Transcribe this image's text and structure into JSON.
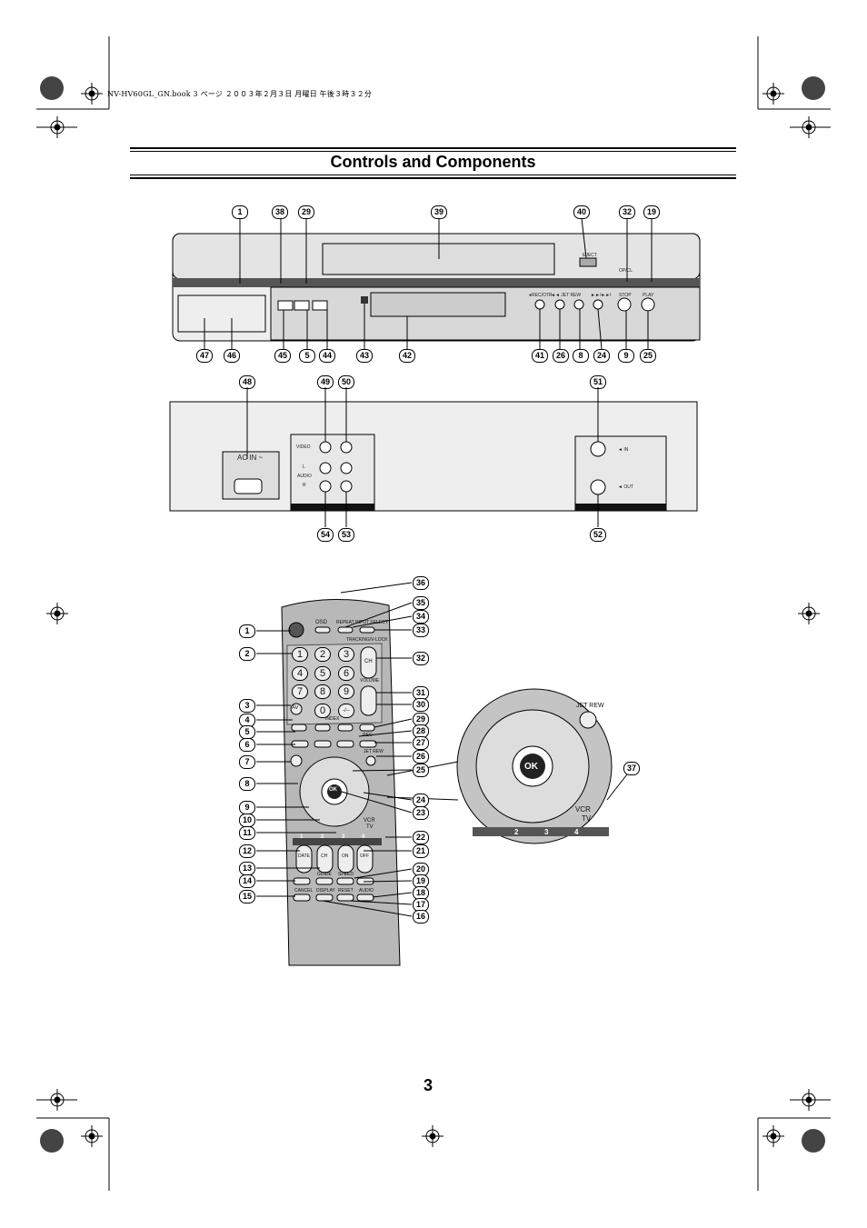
{
  "header": {
    "print_line": "NV-HV60GL_GN.book  3 ページ  ２００３年２月３日  月曜日  午後３時３２分"
  },
  "title": "Controls and Components",
  "page_number": "3",
  "front_labels": {
    "eject": "EJECT",
    "op": "OP/CL",
    "stop": "STOP",
    "play": "PLAY",
    "rec": "●REC/OTR",
    "jet": "◄◄ JET REW",
    "ff": "►►/►►I"
  },
  "rear_labels": {
    "ac": "AC IN ~",
    "video": "VIDEO",
    "audio_l": "L",
    "audio_r": "R",
    "audio": "AUDIO",
    "in": "◄ IN",
    "out": "◄ OUT"
  },
  "remote_labels": {
    "osd": "OSD",
    "repeat": "REPEAT",
    "input_select": "INPUT SELECT",
    "tracking": "TRACKING/V-LOCK",
    "ch": "CH",
    "volume": "VOLUME",
    "av": "AV",
    "index": "INDEX",
    "rec": "REC",
    "jet_rew": "JET REW",
    "vcr": "VCR",
    "tv": "TV",
    "date": "DATE",
    "on": "ON",
    "off": "OFF",
    "guide": "GUIDE",
    "speed": "SPEED",
    "cancel": "CANCEL",
    "display": "DISPLAY",
    "reset": "RESET",
    "audio": "AUDIO",
    "ok": "OK",
    "digits": [
      "1",
      "2",
      "3",
      "4",
      "5",
      "6",
      "7",
      "8",
      "9",
      "0",
      "-/--"
    ],
    "prog": [
      "1",
      "2",
      "3",
      "4"
    ]
  },
  "zoom_labels": {
    "jet_rew": "JET REW",
    "ok": "OK",
    "vcr": "VCR",
    "tv": "TV",
    "nums": [
      "2",
      "3",
      "4"
    ]
  },
  "callouts_front": [
    "1",
    "38",
    "29",
    "39",
    "40",
    "32",
    "19",
    "47",
    "46",
    "45",
    "5",
    "44",
    "43",
    "42",
    "41",
    "26",
    "8",
    "24",
    "9",
    "25"
  ],
  "callouts_rear": [
    "48",
    "49",
    "50",
    "51",
    "54",
    "53",
    "52"
  ],
  "callouts_remote_left": [
    "1",
    "2",
    "3",
    "4",
    "5",
    "6",
    "7",
    "8",
    "9",
    "10",
    "11",
    "12",
    "13",
    "14",
    "15"
  ],
  "callouts_remote_right": [
    "36",
    "35",
    "34",
    "33",
    "32",
    "31",
    "30",
    "29",
    "28",
    "27",
    "26",
    "25",
    "24",
    "23",
    "22",
    "21",
    "20",
    "19",
    "18",
    "17",
    "16"
  ],
  "callout_zoom": "37"
}
